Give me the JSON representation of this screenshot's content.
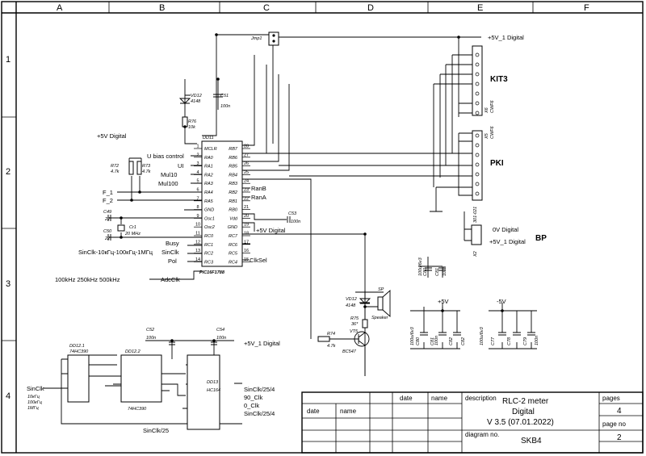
{
  "grid": {
    "columns": [
      "A",
      "B",
      "C",
      "D",
      "E",
      "F"
    ],
    "rows": [
      "1",
      "2",
      "3",
      "4"
    ]
  },
  "power": {
    "jumper": "Jmp1",
    "v5_top": "+5V_1 Digital",
    "v5_left": "+5V Digital",
    "v5_mid": "+5V Digital",
    "v5_bottom": "+5V_1 Digital",
    "bp_0v": "0V Digital",
    "bp_5v": "+5V_1 Digital",
    "plus5": "+5V",
    "minus5": "-5V"
  },
  "mcu": {
    "ref": "DD11",
    "part": "PIC16F1788",
    "left_pins": [
      {
        "num": "1",
        "name": "MCLR"
      },
      {
        "num": "2",
        "name": "RA0"
      },
      {
        "num": "3",
        "name": "RA1"
      },
      {
        "num": "4",
        "name": "RA2"
      },
      {
        "num": "5",
        "name": "RA3"
      },
      {
        "num": "6",
        "name": "RA4"
      },
      {
        "num": "7",
        "name": "RA5"
      },
      {
        "num": "8",
        "name": "GND"
      },
      {
        "num": "9",
        "name": "Osc1"
      },
      {
        "num": "10",
        "name": "Osc2"
      },
      {
        "num": "11",
        "name": "RC0"
      },
      {
        "num": "12",
        "name": "RC1"
      },
      {
        "num": "13",
        "name": "RC2"
      },
      {
        "num": "14",
        "name": "RC3"
      }
    ],
    "right_pins": [
      {
        "num": "28",
        "name": "RB7"
      },
      {
        "num": "27",
        "name": "RB6"
      },
      {
        "num": "26",
        "name": "RB5"
      },
      {
        "num": "25",
        "name": "RB4"
      },
      {
        "num": "24",
        "name": "RB3"
      },
      {
        "num": "23",
        "name": "RB2"
      },
      {
        "num": "22",
        "name": "RB1"
      },
      {
        "num": "21",
        "name": "RB0"
      },
      {
        "num": "20",
        "name": "Vdd"
      },
      {
        "num": "19",
        "name": "GND"
      },
      {
        "num": "18",
        "name": "RC7"
      },
      {
        "num": "17",
        "name": "RC6"
      },
      {
        "num": "16",
        "name": "RC5"
      },
      {
        "num": "15",
        "name": "RC4"
      }
    ]
  },
  "signals": {
    "ubias": "U bias control",
    "ui": "UI",
    "mul10": "Mul10",
    "mul100": "Mul100",
    "f1": "F_1",
    "f2": "F_2",
    "busy": "Busy",
    "sinclk": "SinClk",
    "pol": "Pol",
    "adcclk": "AdcClk",
    "ranb": "RanB",
    "rana": "RanA",
    "clksel": "ClkSel",
    "sinclk_freqs": "SinClk-10кГц-100кГц-1МГц",
    "adc_freqs": "100kHz  250kHz  500kHz"
  },
  "parts": {
    "vd12": "VD12",
    "d4148": "4148",
    "c51": "C51",
    "c51_val": "100n",
    "r76": "R76",
    "r76_val": "10k",
    "r72": "R72",
    "r72_val": "4.7k",
    "r73": "R73",
    "r73_val": "4.7k",
    "c49": "C49",
    "c49_val": "22",
    "c50": "C50",
    "c50_val": "22",
    "cr1": "Cr1",
    "cr1_val": "20 MHz",
    "c53": "C53",
    "c53_val": "100n",
    "c52": "C52",
    "c52_val": "100n",
    "c54": "C54",
    "c54_val": "100n",
    "sp": "SP",
    "speaker": "Speaker",
    "vd12b": "VD12",
    "d4148b": "4148",
    "r75": "R75",
    "r75_val": "36*",
    "vt5": "VT5",
    "bc547": "BC547",
    "r74": "R74",
    "r74_val": "4.7k",
    "c81": "C81",
    "c81_val": "100n",
    "c80": "C80",
    "c80_val": "100u/6v3",
    "c82": "C82",
    "c83": "C83",
    "c77": "C77",
    "c77_val": "100u/6v3",
    "c78": "C78",
    "c79": "C79",
    "c79_val": "100n",
    "c_e1": "C80",
    "c_e1_val": "100u/6v3",
    "c_e2": "C81",
    "c_e3": "C82",
    "c_e_n": "100n",
    "c_f1": "C77",
    "c_f2": "C78",
    "c_f3": "C79"
  },
  "connectors": {
    "kit3": "KIT3",
    "x6": "X6",
    "x6_type": "CWF6",
    "pki": "PKI",
    "x5": "X5",
    "x5_type": "CWF6",
    "bp": "BP",
    "x2": "X2",
    "x2_type": "301-021"
  },
  "counters": {
    "dd121_ref": "DD12.1",
    "dd121_part": "74HC390",
    "dd122_ref": "DD12.2",
    "dd122_part": "74HC390",
    "dd13_ref": "DD13",
    "dd13_part": "HC164",
    "sinclk_in": "SinClk",
    "freq_10k": "10кГц",
    "freq_100k": "100кГц",
    "freq_1m": "1МГц",
    "sinclk25": "SinClk/25",
    "out1": "SinClk/25/4",
    "out2": "90_Clk",
    "out3": "0_Clk",
    "out4": "SinClk/25/4"
  },
  "title_block": {
    "date_hdr": "date",
    "name_hdr": "name",
    "description_hdr": "description",
    "pages_hdr": "pages",
    "date_lbl": "date",
    "name_lbl": "name",
    "desc_line1": "RLC-2 meter",
    "desc_line2": "Digital",
    "desc_line3": "V 3.5 (07.01.2022)",
    "pages_val": "4",
    "page_no_hdr": "page no",
    "page_no_val": "2",
    "diagram_hdr": "diagram no.",
    "diagram_val": "SKB4"
  }
}
